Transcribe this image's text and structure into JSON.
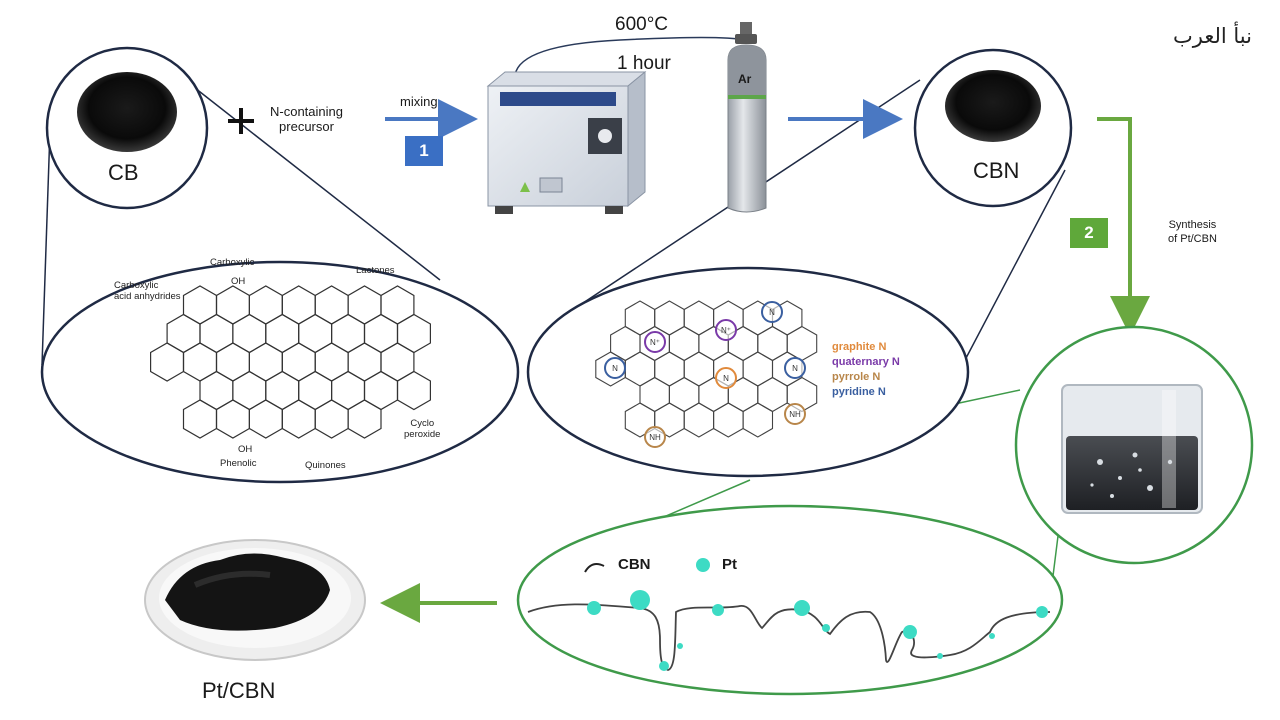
{
  "watermark": "نبأ العرب",
  "cb_label": "CB",
  "precursor_label": "N-containing\nprecursor",
  "mixing_label": "mixing",
  "step1": "1",
  "temperature": "600°C",
  "duration": "1 hour",
  "gas_label": "Ar",
  "cbn_label": "CBN",
  "step2": "2",
  "synthesis_label": "Synthesis\nof Pt/CBN",
  "cb_groups": {
    "carboxylic": "Carboxylic",
    "anhydrides": "Carboxylic\nacid anhydrides",
    "lactones": "Lactones",
    "cyclo_peroxide": "Cyclo\nperoxide",
    "phenolic": "Phenolic",
    "quinones": "Quinones",
    "oh_top": "OH",
    "oh_bottom": "OH"
  },
  "n_types": [
    {
      "label": "graphite N",
      "color": "#e08a3c"
    },
    {
      "label": "quaternary N",
      "color": "#7a3aa8"
    },
    {
      "label": "pyrrole N",
      "color": "#b8864a"
    },
    {
      "label": "pyridine N",
      "color": "#3a5fa0"
    }
  ],
  "ring_labels": {
    "pyridine": "N",
    "quaternary": "N⁺",
    "graphite": "N",
    "pyrrole": "NH"
  },
  "legend_cbn": "CBN",
  "legend_pt": "Pt",
  "product_label": "Pt/CBN",
  "colors": {
    "blue_arrow": "#4a78c2",
    "step1_box": "#3a6fc4",
    "green_arrow": "#6aa840",
    "step2_box": "#5fa83a",
    "green_outline": "#3f9a4a",
    "pt_particle": "#3ddbc4",
    "ellipse_outline": "#1f2a44"
  }
}
